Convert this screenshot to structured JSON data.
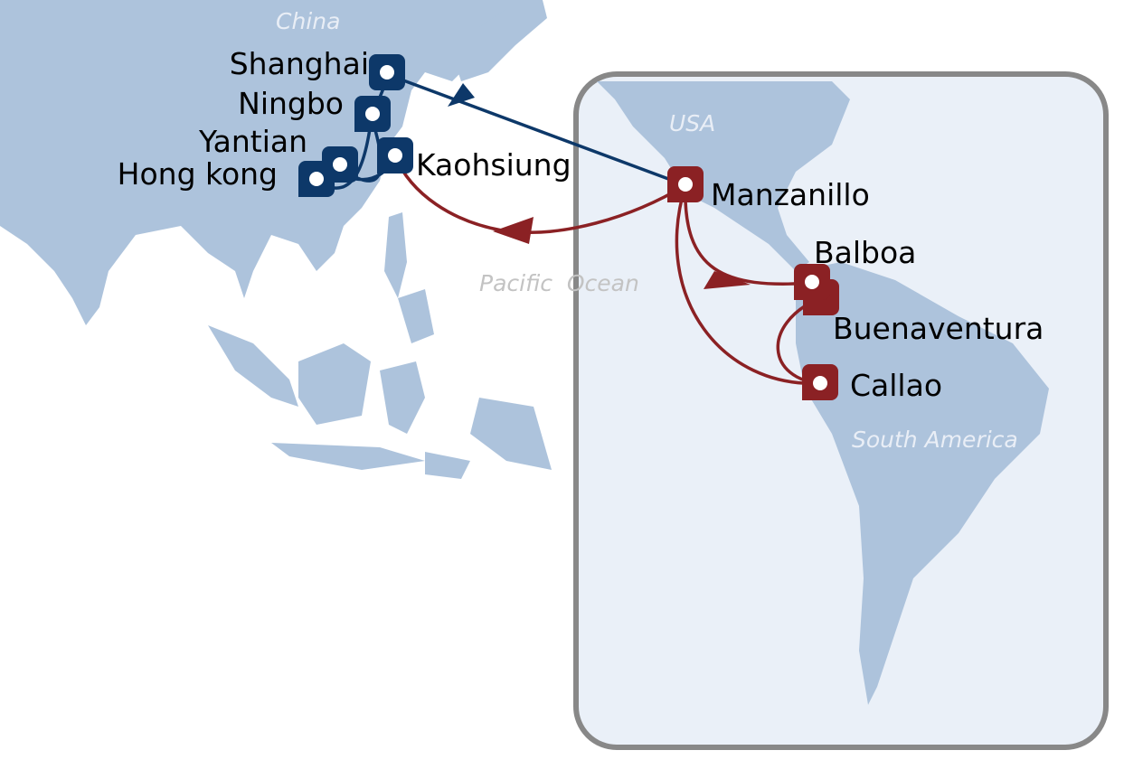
{
  "colors": {
    "asia_route": "#0d3869",
    "america_route": "#8b2124",
    "land": "#adc3dc",
    "highlight_box": "#eaf0f8",
    "box_border": "#888888"
  },
  "regions": {
    "china": "China",
    "usa": "USA",
    "ocean": "Pacific  Ocean",
    "south_america": "South America"
  },
  "ports": {
    "shanghai": "Shanghai",
    "ningbo": "Ningbo",
    "yantian": "Yantian",
    "hong_kong": "Hong kong",
    "kaohsiung": "Kaohsiung",
    "manzanillo": "Manzanillo",
    "balboa": "Balboa",
    "buenaventura": "Buenaventura",
    "callao": "Callao"
  }
}
